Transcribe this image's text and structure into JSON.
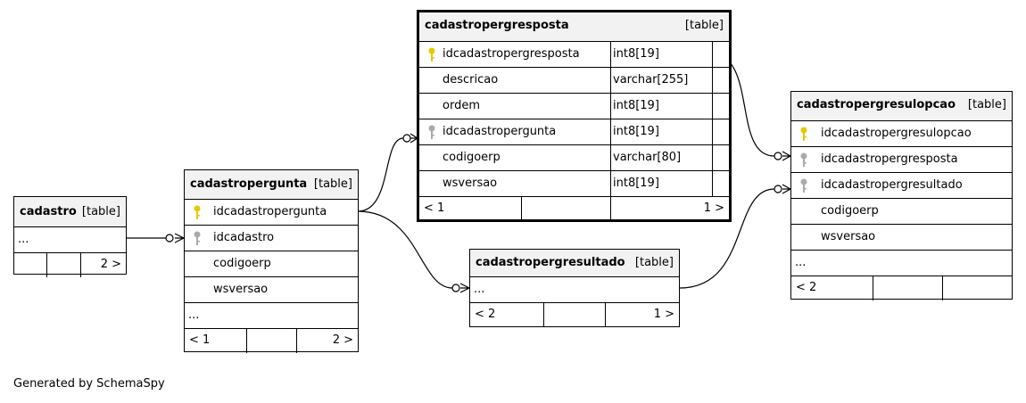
{
  "credit": "Generated by SchemaSpy",
  "tables": {
    "cadastro": {
      "name": "cadastro",
      "kind": "[table]",
      "rows": [
        "..."
      ],
      "footer": {
        "left": "",
        "right": "2 >"
      }
    },
    "cadastropergunta": {
      "name": "cadastropergunta",
      "kind": "[table]",
      "rows": [
        "idcadastropergunta",
        "idcadastro",
        "codigoerp",
        "wsversao",
        "..."
      ],
      "footer": {
        "left": "< 1",
        "right": "2 >"
      }
    },
    "cadastropergresposta": {
      "name": "cadastropergresposta",
      "kind": "[table]",
      "rows": [
        {
          "name": "idcadastropergresposta",
          "type": "int8[19]"
        },
        {
          "name": "descricao",
          "type": "varchar[255]"
        },
        {
          "name": "ordem",
          "type": "int8[19]"
        },
        {
          "name": "idcadastropergunta",
          "type": "int8[19]"
        },
        {
          "name": "codigoerp",
          "type": "varchar[80]"
        },
        {
          "name": "wsversao",
          "type": "int8[19]"
        }
      ],
      "footer": {
        "left": "< 1",
        "right": "1 >"
      }
    },
    "cadastropergresultado": {
      "name": "cadastropergresultado",
      "kind": "[table]",
      "rows": [
        "..."
      ],
      "footer": {
        "left": "< 2",
        "right": "1 >"
      }
    },
    "cadastropergresulopcao": {
      "name": "cadastropergresulopcao",
      "kind": "[table]",
      "rows": [
        "idcadastropergresulopcao",
        "idcadastropergresposta",
        "idcadastropergresultado",
        "codigoerp",
        "wsversao",
        "..."
      ],
      "footer": {
        "left": "< 2",
        "right": ""
      }
    }
  },
  "colors": {
    "primary_key": "#e6c800",
    "foreign_key": "#aaaaaa",
    "border": "#000000",
    "header_bg": "#f2f2f2"
  }
}
